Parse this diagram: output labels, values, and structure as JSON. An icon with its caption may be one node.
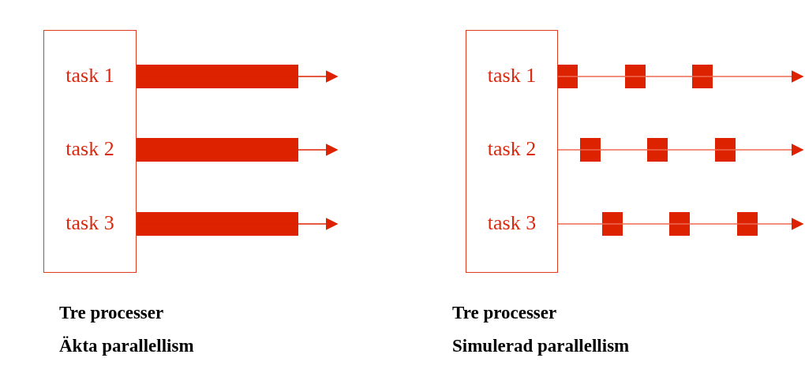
{
  "diagram": {
    "nodes": [
      {
        "text": [
          "task 1",
          "task 2",
          "task 3"
        ]
      },
      {
        "text": [
          "task 1",
          "task 2",
          "task 3"
        ]
      }
    ],
    "edges": [
      {
        "from": 0,
        "to": null,
        "arrow": "to"
      },
      {
        "from": 0,
        "to": null,
        "arrow": "to"
      },
      {
        "from": 0,
        "to": null,
        "arrow": "to"
      },
      {
        "from": 1,
        "to": null,
        "arrow": "to"
      },
      {
        "from": 1,
        "to": null,
        "arrow": "to"
      },
      {
        "from": 1,
        "to": null,
        "arrow": "to"
      }
    ],
    "labels": [
      "Tre processer",
      "Äkta parallellism",
      "Tre processer",
      "Simulerad parallellism"
    ]
  }
}
